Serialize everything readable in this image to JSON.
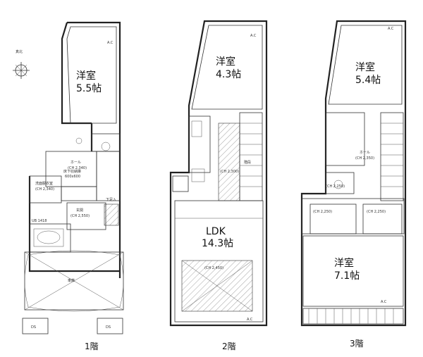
{
  "floors": [
    {
      "label": "1階",
      "rooms": [
        {
          "name": "洋室",
          "size": "5.5帖"
        }
      ],
      "notes": {
        "compass": "真北",
        "ac": "A.C",
        "hall": "ホール",
        "hall_height": "(CH 2,340)",
        "washroom": "洗面脱衣室",
        "washroom_height": "(CH 2,340)",
        "storage_units": "床下収納庫",
        "storage_units_sub": "600x600",
        "entrance": "玄関",
        "entrance_height": "(CH 2,550)",
        "parking": "車庫",
        "ds1": "DS",
        "ds2": "DS",
        "unit_bath": "UB 1418",
        "shoe": "下足入"
      }
    },
    {
      "label": "2階",
      "rooms": [
        {
          "name": "洋室",
          "size": "4.3帖"
        },
        {
          "name": "LDK",
          "size": "14.3帖"
        }
      ],
      "notes": {
        "ac1": "A.C",
        "ac2": "A.C",
        "ldk_height": "(CH 2,450)",
        "hall_height": "(CH 2,300)",
        "stairs": "階段"
      }
    },
    {
      "label": "3階",
      "rooms": [
        {
          "name": "洋室",
          "size": "5.4帖"
        },
        {
          "name": "洋室",
          "size": "7.1帖"
        }
      ],
      "notes": {
        "ac1": "A.C",
        "ac2": "A.C",
        "hall": "ホール",
        "hall_height": "(CH 2,350)",
        "ch1": "(CH 2,250)",
        "ch2": "(CH 2,250)",
        "toilet_height": "(CH 2,250)"
      }
    }
  ]
}
